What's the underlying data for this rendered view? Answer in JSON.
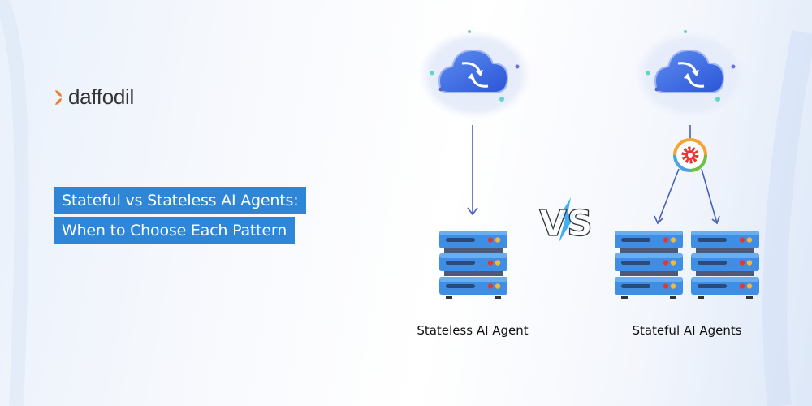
{
  "brand": {
    "logo_text": "daffodil",
    "accent": "#f07d2c"
  },
  "title": {
    "line1": "Stateful vs Stateless AI Agents:",
    "line2": "When to Choose Each Pattern",
    "bg_color": "#2f86d6"
  },
  "diagram": {
    "left_label": "Stateless AI Agent",
    "right_label": "Stateful AI Agents",
    "vs_text": "VS",
    "icons": [
      "cloud-sync-icon",
      "server-rack-icon",
      "gear-cycle-icon",
      "lightning-icon"
    ]
  }
}
